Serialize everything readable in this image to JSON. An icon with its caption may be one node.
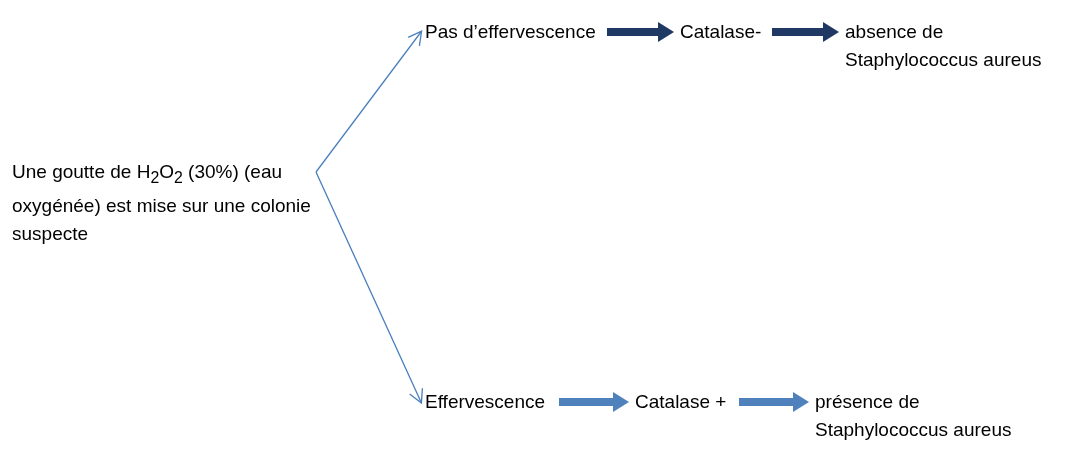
{
  "diagram": {
    "nodes": [
      {
        "text": [
          "Une goutte de H$_{2}$O$_{2}$ (30%) (eau oxygénée) est mise sur une colonie suspecte"
        ]
      },
      {
        "text": [
          "Pas d’effervescence"
        ]
      },
      {
        "text": [
          "Catalase-"
        ]
      },
      {
        "text": [
          "absence de Staphylococcus aureus"
        ]
      },
      {
        "text": [
          "Effervescence"
        ]
      },
      {
        "text": [
          "Catalase +"
        ]
      },
      {
        "text": [
          "présence de Staphylococcus aureus"
        ]
      }
    ],
    "edges": [
      {
        "from": 0,
        "to": 1,
        "arrow": "to",
        "color": "#4a7ebb"
      },
      {
        "from": 0,
        "to": 4,
        "arrow": "to",
        "color": "#4a7ebb"
      },
      {
        "from": 1,
        "to": 2,
        "arrow": "to",
        "color": "#1f3864"
      },
      {
        "from": 2,
        "to": 3,
        "arrow": "to",
        "color": "#1f3864"
      },
      {
        "from": 4,
        "to": 5,
        "arrow": "to",
        "color": "#4f81bd"
      },
      {
        "from": 5,
        "to": 6,
        "arrow": "to",
        "color": "#4f81bd"
      }
    ]
  }
}
